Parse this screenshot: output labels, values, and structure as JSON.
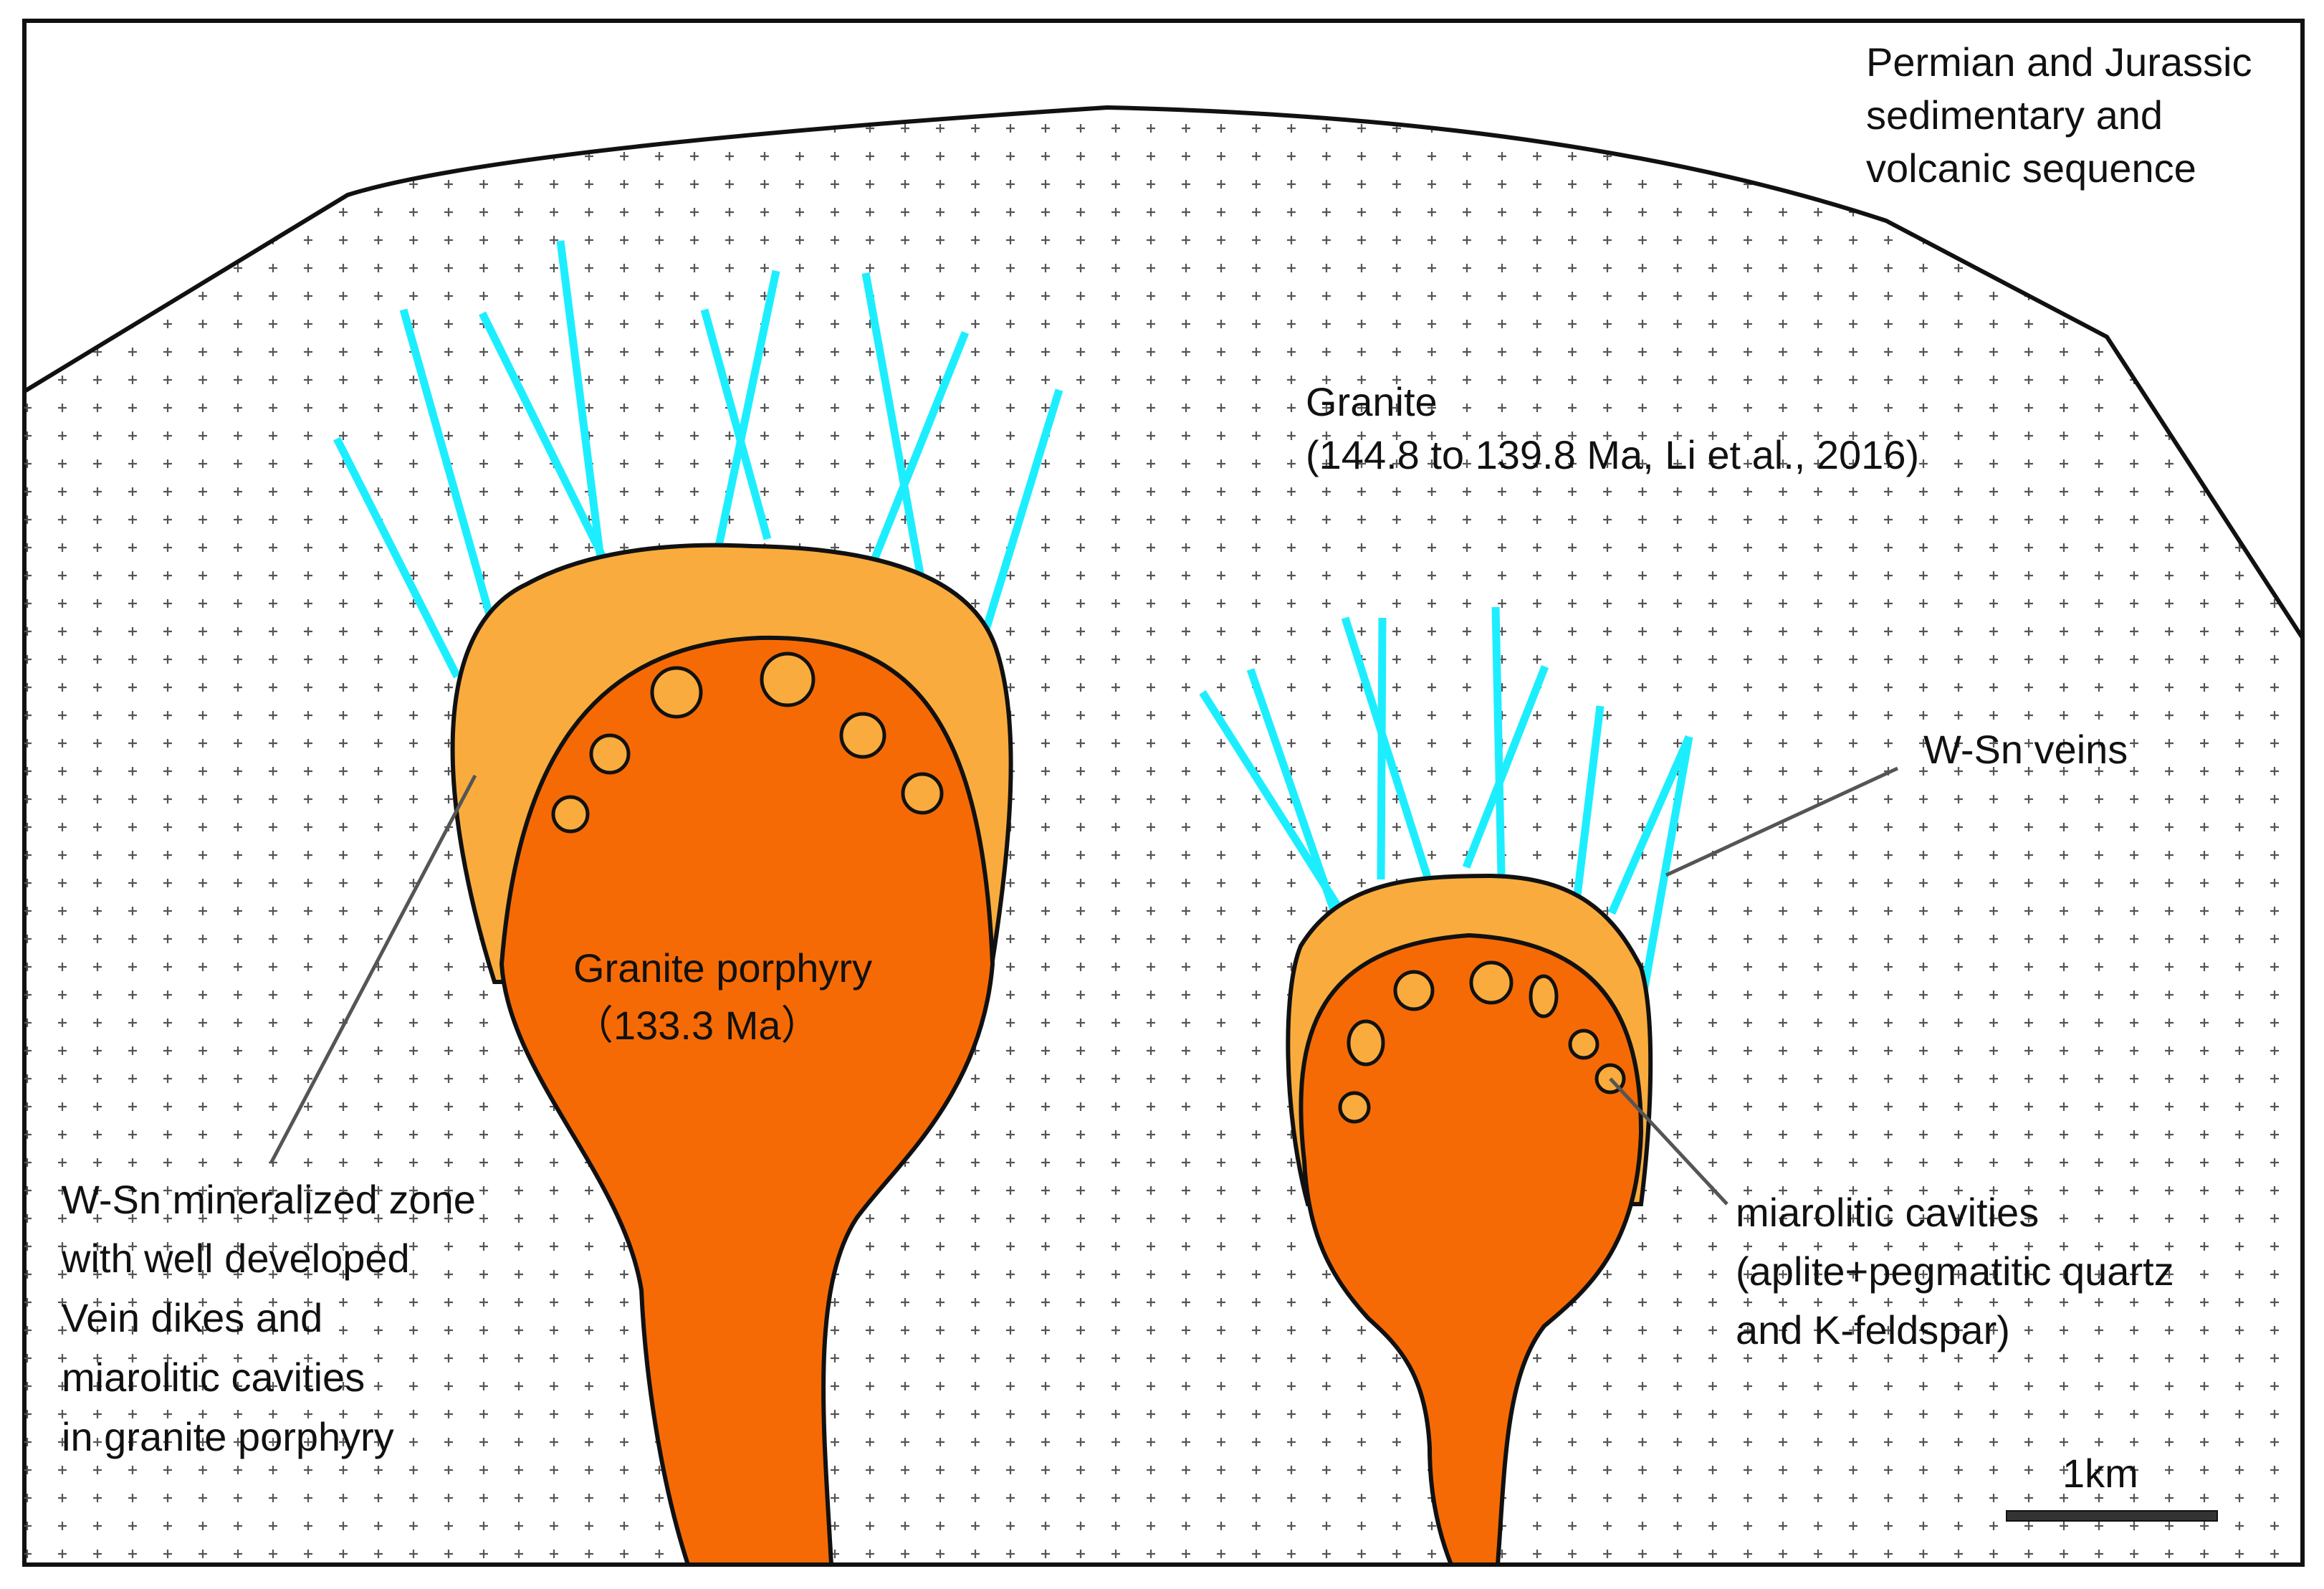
{
  "labels": {
    "host_rock": [
      "Permian and Jurassic",
      "sedimentary and",
      "volcanic sequence"
    ],
    "granite": [
      "Granite",
      "(144.8 to 139.8 Ma, Li et al., 2016)"
    ],
    "granite_porphyry": [
      "Granite porphyry",
      "（133.3 Ma）"
    ],
    "w_sn_veins": "W-Sn veins",
    "mineralized_zone": [
      "W-Sn mineralized zone",
      "with well developed",
      "Vein dikes and",
      "miarolitic cavities",
      "in granite porphyry"
    ],
    "miarolitic_cavities": [
      "miarolitic cavities",
      "(aplite+pegmatitic quartz",
      "and K-feldspar)"
    ],
    "scale_bar": "1km"
  },
  "colors": {
    "border": "#111111",
    "cupola_zone": "#f9ac3d",
    "porphyry": "#f66a05",
    "cavity": "#f9ac3d",
    "vein": "#1deeff",
    "cross_pattern": "#555555",
    "leader": "#555555",
    "scale_bar": "#333333"
  }
}
